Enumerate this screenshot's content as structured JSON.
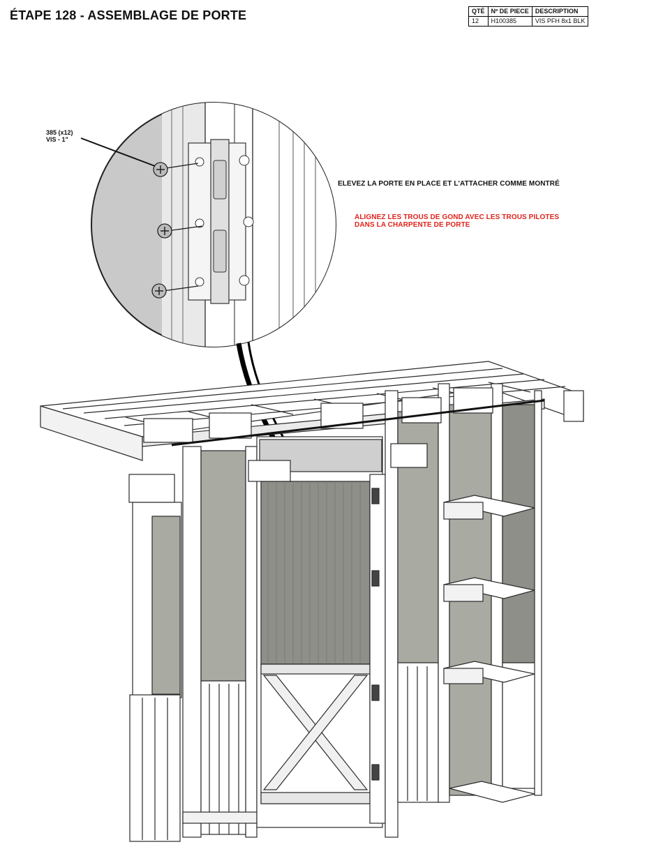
{
  "page": {
    "title": "ÉTAPE 128 - ASSEMBLAGE DE PORTE"
  },
  "parts_table": {
    "headers": [
      "QTÉ",
      "Nº DE PIECE",
      "DESCRIPTION"
    ],
    "rows": [
      [
        "12",
        "H100385",
        "VIS PFH 8x1 BLK"
      ]
    ]
  },
  "callout": {
    "line1": "385 (x12)",
    "line2": "VIS - 1\""
  },
  "notes": {
    "instruction": "ELEVEZ LA PORTE EN PLACE ET L'ATTACHER COMME MONTRÉ",
    "warning_line1": "ALIGNEZ LES TROUS DE GOND AVEC LES TROUS PILOTES",
    "warning_line2": "DANS LA CHARPENTE DE PORTE"
  },
  "colors": {
    "warning_text": "#e0221b",
    "zoom_circle": "#c9c9c9",
    "panel": "#a9aaa2"
  }
}
